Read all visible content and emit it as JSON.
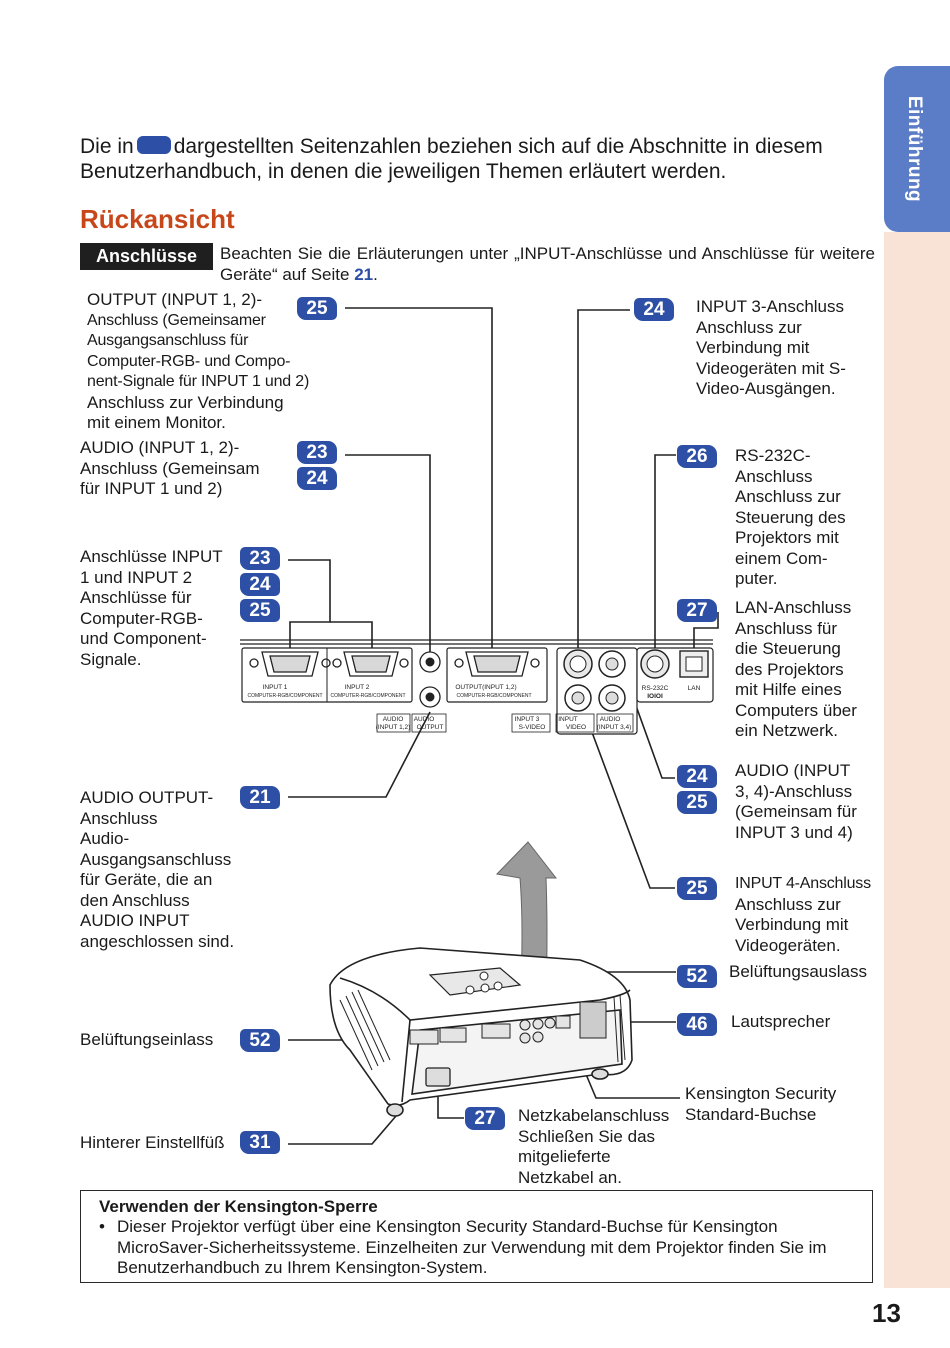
{
  "intro": {
    "before": "Die in",
    "after": "dargestellten Seitenzahlen beziehen sich auf die Abschnitte in diesem Benutzerhandbuch, in denen die jeweiligen Themen erläutert werden."
  },
  "side_tab": "Einführung",
  "section_title": "Rückansicht",
  "terminals_label": "Anschlüsse",
  "terminals_note": {
    "text": "Beachten Sie die Erläuterungen unter „INPUT-Anschlüsse und Anschlüsse für weitere Geräte“ auf Seite ",
    "page": "21",
    "end": "."
  },
  "callouts": {
    "output": {
      "title": "OUTPUT (INPUT 1, 2)-",
      "l2": "Anschluss (Gemeinsamer",
      "l3": "Ausgangsanschluss für",
      "l4": "Computer-RGB- und Compo-",
      "l5": "nent-Signale für INPUT 1 und 2)",
      "l6": "Anschluss zur Verbindung",
      "l7": "mit einem Monitor.",
      "page": "25"
    },
    "audio12": {
      "l1": "AUDIO (INPUT 1, 2)-",
      "l2": "Anschluss (Gemeinsam",
      "l3": "für INPUT 1 und 2)",
      "p1": "23",
      "p2": "24"
    },
    "input12": {
      "l1": "Anschlüsse INPUT",
      "l2": "1 und INPUT 2",
      "l3": "Anschlüsse für",
      "l4": "Computer-RGB-",
      "l5": "und Component-",
      "l6": "Signale.",
      "p1": "23",
      "p2": "24",
      "p3": "25"
    },
    "audio_out": {
      "l1": "AUDIO OUTPUT-",
      "l2": "Anschluss",
      "l3": "Audio-",
      "l4": "Ausgangsanschluss",
      "l5": "für Geräte, die an",
      "l6": "den Anschluss",
      "l7": "AUDIO INPUT",
      "l8": "angeschlossen sind.",
      "page": "21"
    },
    "intake": {
      "label": "Belüftungseinlass",
      "page": "52"
    },
    "foot": {
      "label": "Hinterer Einstellfüß",
      "page": "31"
    },
    "input3": {
      "l1": "INPUT 3-Anschluss",
      "l2": "Anschluss zur",
      "l3": "Verbindung mit",
      "l4": "Videogeräten mit S-",
      "l5": "Video-Ausgängen.",
      "page": "24"
    },
    "rs232": {
      "l1": "RS-232C-",
      "l2": "Anschluss",
      "l3": "Anschluss zur",
      "l4": "Steuerung des",
      "l5": "Projektors mit",
      "l6": "einem Com-",
      "l7": "puter.",
      "page": "26"
    },
    "lan": {
      "l1": "LAN-Anschluss",
      "l2": "Anschluss für",
      "l3": "die Steuerung",
      "l4": "des Projektors",
      "l5": "mit Hilfe eines",
      "l6": "Computers über",
      "l7": "ein Netzwerk.",
      "page": "27"
    },
    "audio34": {
      "l1": "AUDIO (INPUT",
      "l2": "3, 4)-Anschluss",
      "l3": "(Gemeinsam für",
      "l4": "INPUT 3 und 4)",
      "p1": "24",
      "p2": "25"
    },
    "input4": {
      "l1": "INPUT 4-Anschluss",
      "l2": "Anschluss zur",
      "l3": "Verbindung mit",
      "l4": "Videogeräten.",
      "page": "25"
    },
    "exhaust": {
      "label": "Belüftungsauslass",
      "page": "52"
    },
    "speaker": {
      "label": "Lautsprecher",
      "page": "46"
    },
    "kensington": {
      "l1": "Kensington Security",
      "l2": "Standard-Buchse"
    },
    "power": {
      "l1": "Netzkabelanschluss",
      "l2": "Schließen Sie das",
      "l3": "mitgelieferte",
      "l4": "Netzkabel an.",
      "page": "27"
    }
  },
  "panel_labels": {
    "input1": "INPUT 1",
    "input1_sub": "COMPUTER-RGB/COMPONENT",
    "input2": "INPUT 2",
    "input2_sub": "COMPUTER-RGB/COMPONENT",
    "output": "OUTPUT(INPUT 1,2)",
    "output_sub": "COMPUTER-RGB/COMPONENT",
    "audio_in": "AUDIO",
    "audio_in_sub": "(INPUT 1,2)",
    "audio_out": "AUDIO",
    "audio_out_sub": "OUTPUT",
    "input3": "INPUT 3",
    "input3_sub": "S-VIDEO",
    "input4": "INPUT",
    "input4_sub": "VIDEO",
    "audio34": "AUDIO",
    "audio34_sub": "(INPUT 3,4)",
    "rs232": "RS-232C",
    "rs232_sub": "IOIOI",
    "lan": "LAN"
  },
  "kensington_box": {
    "title": "Verwenden der Kensington-Sperre",
    "bullet": "•",
    "text": "Dieser Projektor verfügt über eine Kensington Security Standard-Buchse für Kensington MicroSaver-Sicherheitssysteme. Einzelheiten zur Verwendung mit dem Projektor finden Sie im Benutzerhandbuch zu Ihrem Kensington-System."
  },
  "page_number": "13",
  "colors": {
    "accent_blue": "#2d4fa5",
    "title_orange": "#c8471a",
    "tab_blue": "#5b7cc6",
    "strip_peach": "#f9e3d7"
  }
}
